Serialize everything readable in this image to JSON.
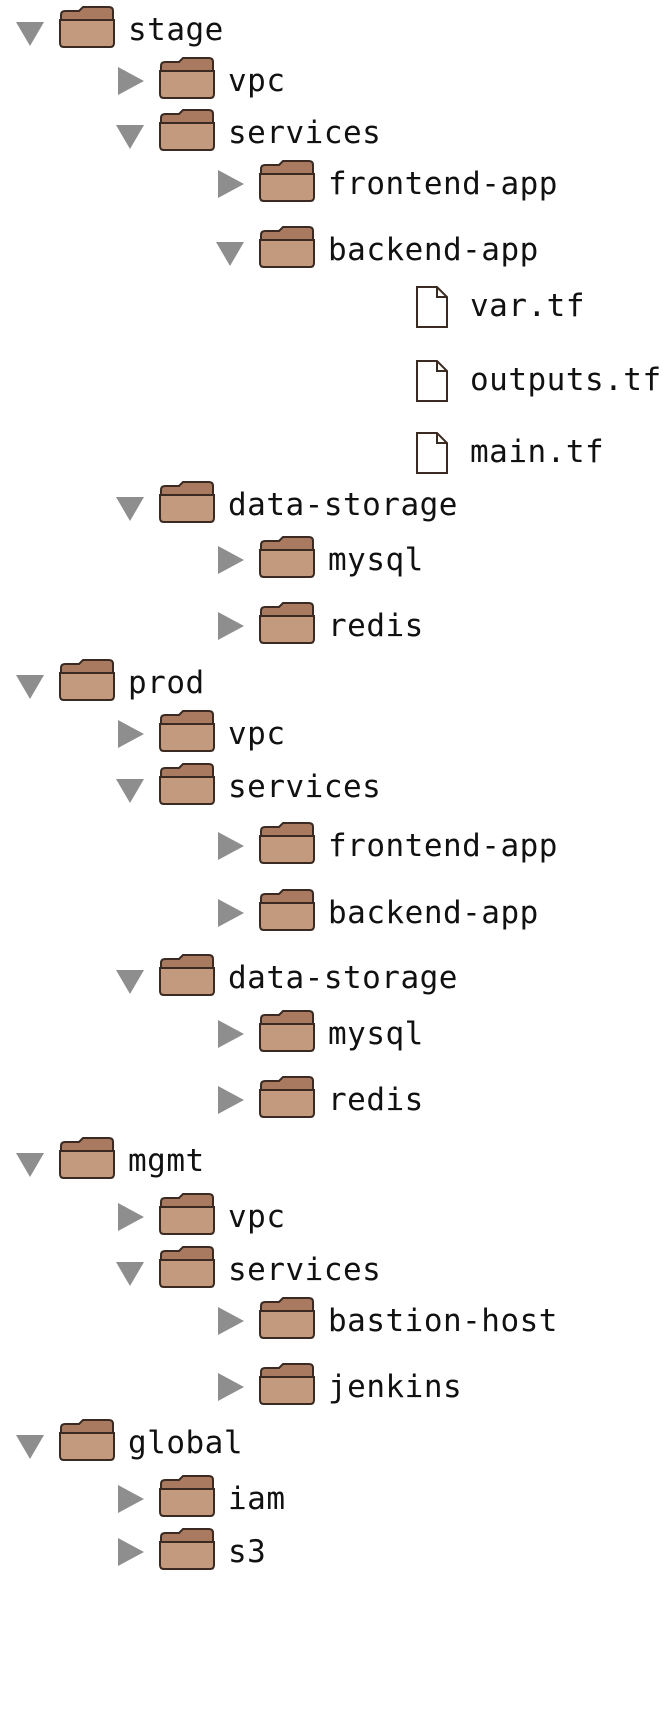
{
  "colors": {
    "triangle": "#8e8e8e",
    "folder_fill": "#c49a7f",
    "folder_dark": "#a97a60",
    "outline": "#3a2a22",
    "text": "#111111"
  },
  "tree": [
    {
      "label": "stage",
      "type": "folder",
      "depth": 0,
      "expanded": true
    },
    {
      "label": "vpc",
      "type": "folder",
      "depth": 1,
      "expanded": false
    },
    {
      "label": "services",
      "type": "folder",
      "depth": 1,
      "expanded": true
    },
    {
      "label": "frontend-app",
      "type": "folder",
      "depth": 2,
      "expanded": false
    },
    {
      "label": "backend-app",
      "type": "folder",
      "depth": 2,
      "expanded": true
    },
    {
      "label": "var.tf",
      "type": "file",
      "depth": 3
    },
    {
      "label": "outputs.tf",
      "type": "file",
      "depth": 3
    },
    {
      "label": "main.tf",
      "type": "file",
      "depth": 3
    },
    {
      "label": "data-storage",
      "type": "folder",
      "depth": 1,
      "expanded": true
    },
    {
      "label": "mysql",
      "type": "folder",
      "depth": 2,
      "expanded": false
    },
    {
      "label": "redis",
      "type": "folder",
      "depth": 2,
      "expanded": false
    },
    {
      "label": "prod",
      "type": "folder",
      "depth": 0,
      "expanded": true
    },
    {
      "label": "vpc",
      "type": "folder",
      "depth": 1,
      "expanded": false
    },
    {
      "label": "services",
      "type": "folder",
      "depth": 1,
      "expanded": true
    },
    {
      "label": "frontend-app",
      "type": "folder",
      "depth": 2,
      "expanded": false
    },
    {
      "label": "backend-app",
      "type": "folder",
      "depth": 2,
      "expanded": false
    },
    {
      "label": "data-storage",
      "type": "folder",
      "depth": 1,
      "expanded": true
    },
    {
      "label": "mysql",
      "type": "folder",
      "depth": 2,
      "expanded": false
    },
    {
      "label": "redis",
      "type": "folder",
      "depth": 2,
      "expanded": false
    },
    {
      "label": "mgmt",
      "type": "folder",
      "depth": 0,
      "expanded": true
    },
    {
      "label": "vpc",
      "type": "folder",
      "depth": 1,
      "expanded": false
    },
    {
      "label": "services",
      "type": "folder",
      "depth": 1,
      "expanded": true
    },
    {
      "label": "bastion-host",
      "type": "folder",
      "depth": 2,
      "expanded": false
    },
    {
      "label": "jenkins",
      "type": "folder",
      "depth": 2,
      "expanded": false
    },
    {
      "label": "global",
      "type": "folder",
      "depth": 0,
      "expanded": true
    },
    {
      "label": "iam",
      "type": "folder",
      "depth": 1,
      "expanded": false
    },
    {
      "label": "s3",
      "type": "folder",
      "depth": 1,
      "expanded": false
    }
  ]
}
